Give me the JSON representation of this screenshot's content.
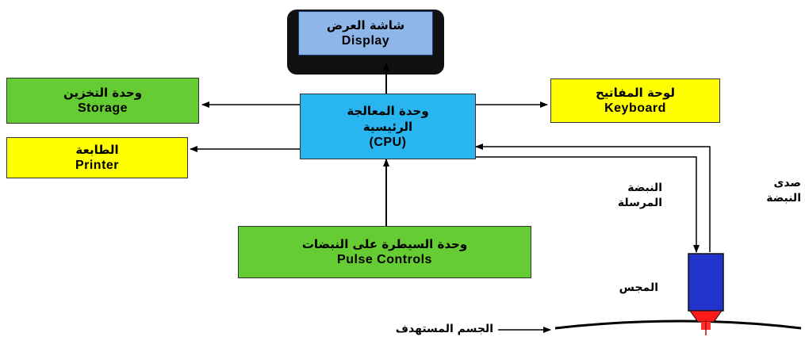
{
  "blocks": {
    "display": {
      "ar": "شاشة العرض",
      "en": "Display"
    },
    "storage": {
      "ar": "وحدة التخزين",
      "en": "Storage"
    },
    "keyboard": {
      "ar": "لوحة المفاتيح",
      "en": "Keyboard"
    },
    "printer": {
      "ar": "الطابعة",
      "en": "Printer"
    },
    "cpu": {
      "ar1": "وحدة المعالجة",
      "ar2": "الرئيسية",
      "en": "(CPU)"
    },
    "pulse": {
      "ar": "وحدة السيطرة على النبضات",
      "en": "Pulse Controls"
    }
  },
  "labels": {
    "sent_pulse_1": "النبضة",
    "sent_pulse_2": "المرسلة",
    "echo_1": "صدى",
    "echo_2": "النبضة",
    "probe": "المجس",
    "target": "الجسم المستهدف"
  },
  "colors": {
    "green": "#66cc33",
    "yellow": "#ffff00",
    "cpu_blue": "#29b6f0",
    "display_blue": "#8fb6e8",
    "probe_blue": "#2233cc",
    "probe_tip_red": "#ff1a1a"
  }
}
